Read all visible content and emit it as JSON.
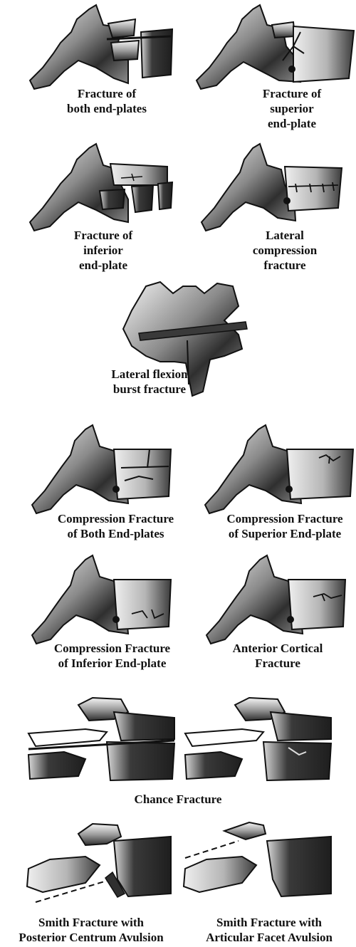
{
  "panels": {
    "both_end_plates": [
      "Fracture of",
      "both end-plates"
    ],
    "superior_end_plate": [
      "Fracture of",
      "superior",
      "end-plate"
    ],
    "inferior_end_plate": [
      "Fracture of",
      "inferior",
      "end-plate"
    ],
    "lateral_compression": [
      "Lateral",
      "compression",
      "fracture"
    ],
    "lateral_flexion_burst": [
      "Lateral flexion",
      "burst fracture"
    ],
    "compression_both": [
      "Compression Fracture",
      "of Both End-plates"
    ],
    "compression_superior": [
      "Compression Fracture",
      "of Superior End-plate"
    ],
    "compression_inferior": [
      "Compression Fracture",
      "of Inferior End-plate"
    ],
    "anterior_cortical": [
      "Anterior Cortical",
      "Fracture"
    ],
    "chance": [
      "Chance Fracture"
    ],
    "smith_centrum": [
      "Smith Fracture with",
      "Posterior Centrum Avulsion"
    ],
    "smith_facet": [
      "Smith Fracture with",
      "Articular Facet Avulsion"
    ]
  },
  "colors": {
    "outline": "#111111",
    "shade_dark": "#3a3a3a",
    "shade_light": "#f2f2f2",
    "crack": "#1a1a1a"
  }
}
